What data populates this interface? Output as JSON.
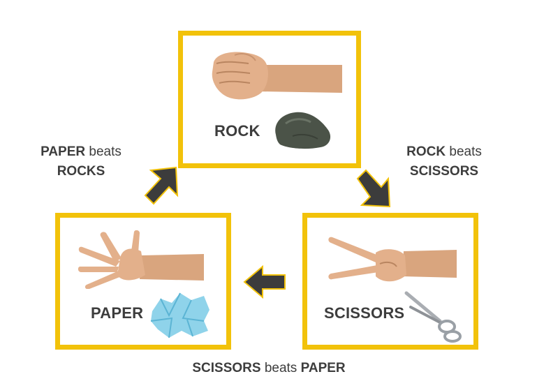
{
  "cards": {
    "rock": {
      "label": "ROCK"
    },
    "paper": {
      "label": "PAPER"
    },
    "scissors": {
      "label": "SCISSORS"
    }
  },
  "rules": {
    "paper_rock": {
      "winner": "PAPER",
      "verb": "beats",
      "loser": "ROCKS"
    },
    "rock_scissors": {
      "winner": "ROCK",
      "verb": "beats",
      "loser": "SCISSORS"
    },
    "scissors_paper": {
      "winner": "SCISSORS",
      "verb": "beats",
      "loser": "PAPER"
    }
  },
  "colors": {
    "frame": "#f2c20a",
    "arrow_fill": "#3c3c3c",
    "arrow_outline": "#f2c20a",
    "text": "#3d3d3d"
  },
  "icons": [
    "fist-icon",
    "rock-stone-icon",
    "open-hand-icon",
    "crumpled-paper-icon",
    "v-sign-hand-icon",
    "scissors-icon"
  ]
}
